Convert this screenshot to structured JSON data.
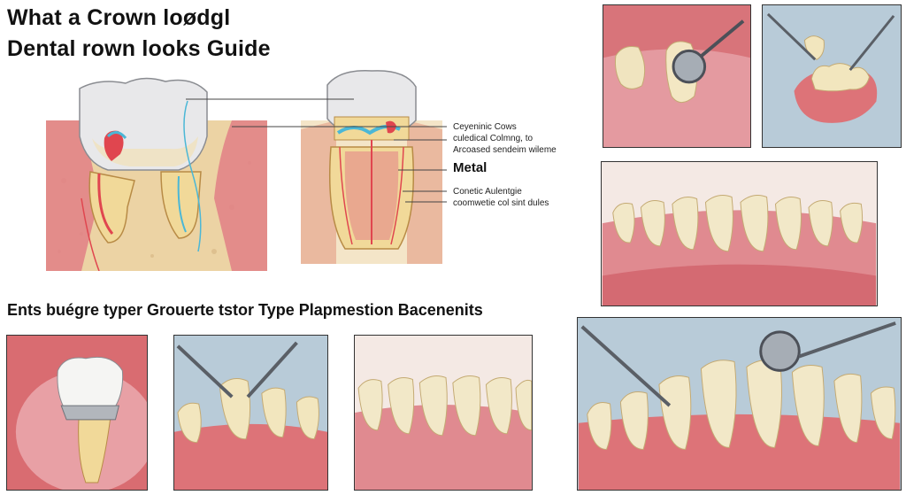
{
  "title": {
    "line1": "What a Crown loødgl",
    "line2": "Dental rown looks Guide"
  },
  "section_heading": "Ents buégre typer Grouerte tstor Type  Plapmestion Bacenenits",
  "labels": {
    "ceramic_1": "Ceyeninic Cows",
    "ceramic_2": "culedical Colmng, to",
    "ceramic_3": "Arcoased sendeim wileme",
    "metal": "Metal",
    "cosmetic_1": "Conetic Aulentgie",
    "cosmetic_2": "coomwetie col sint dules"
  },
  "colors": {
    "gum_pink": "#e27f86",
    "bone": "#ecd3a4",
    "enamel": "#f4efe2",
    "crown_gray": "#dcdde0",
    "pulp_red": "#e0464f",
    "nerve_blue": "#4bb7d6",
    "panel_bg_blue": "#b8cbd8",
    "panel_bg_red": "#d96c71"
  }
}
